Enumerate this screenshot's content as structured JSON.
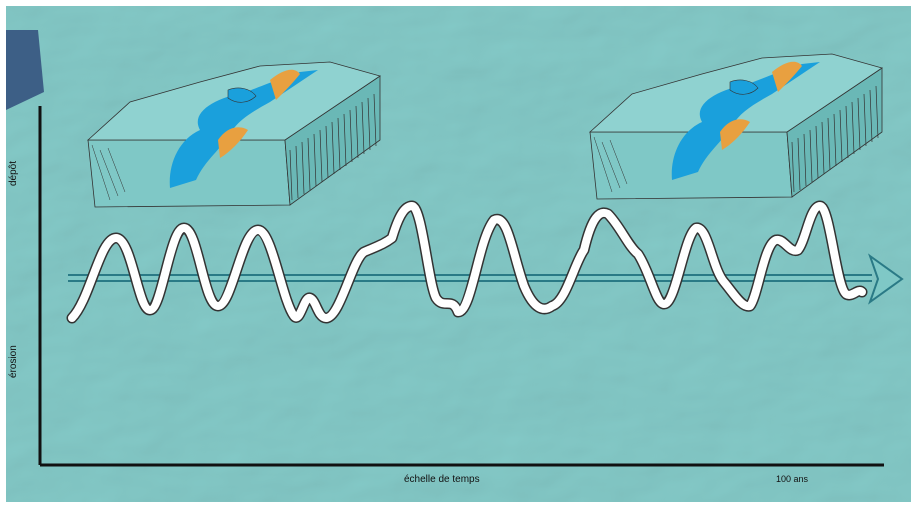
{
  "labels": {
    "y_top": "dépôt",
    "y_bottom": "érosion",
    "x_axis": "échelle de temps",
    "scale": "100 ans"
  },
  "colors": {
    "paper": "#7fc8c6",
    "water": "#1aa0dc",
    "sediment": "#e8a040",
    "axis": "#111111",
    "ribbon": "#ffffff",
    "arrow": "#2a7a86"
  }
}
